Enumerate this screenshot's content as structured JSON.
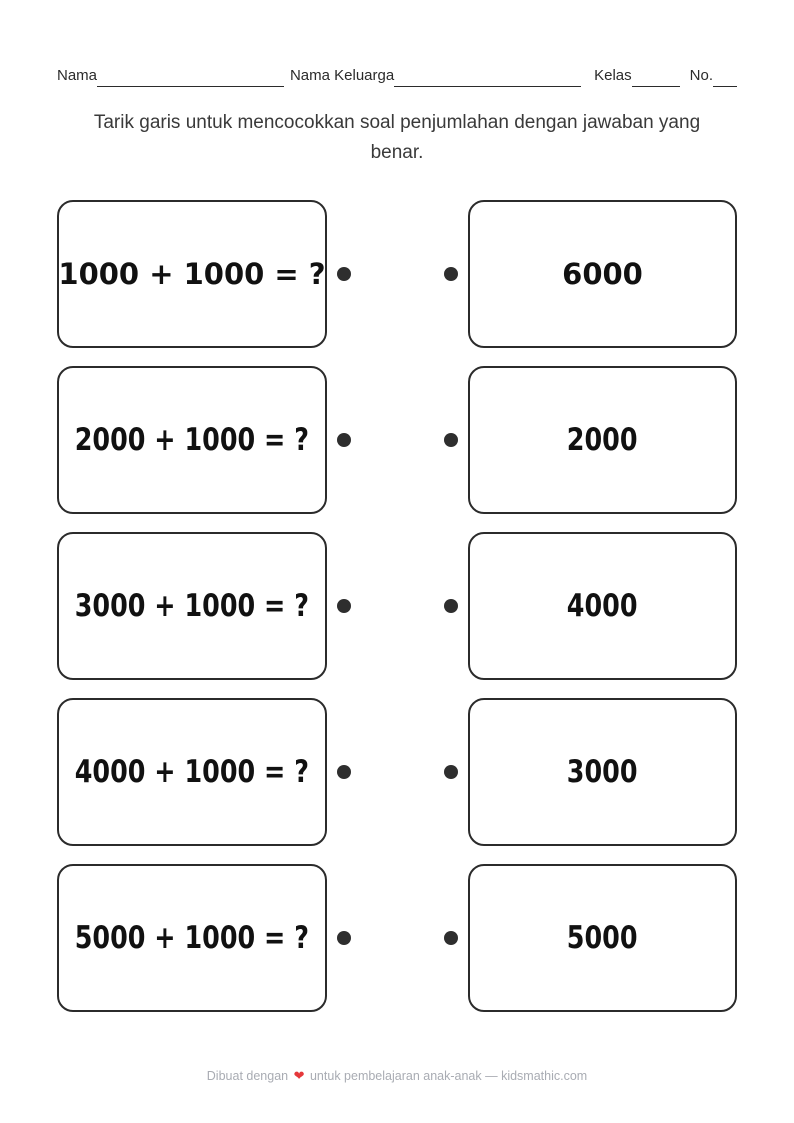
{
  "header": {
    "name_label": "Nama",
    "family_name_label": "Nama Keluarga",
    "class_label": "Kelas",
    "number_label": "No."
  },
  "instruction": "Tarik garis untuk mencocokkan soal penjumlahan dengan jawaban yang benar.",
  "matching": {
    "rows": [
      {
        "problem": "1000 + 1000 = ?",
        "answer": "6000"
      },
      {
        "problem": "2000 + 1000 = ?",
        "answer": "2000"
      },
      {
        "problem": "3000 + 1000 = ?",
        "answer": "4000"
      },
      {
        "problem": "4000 + 1000 = ?",
        "answer": "3000"
      },
      {
        "problem": "5000 + 1000 = ?",
        "answer": "5000"
      }
    ]
  },
  "footer": {
    "text_before_heart": "Dibuat dengan",
    "heart_icon": "❤",
    "text_after_heart": "untuk pembelajaran anak-anak — kidsmathic.com"
  },
  "colors": {
    "ink": "#2b2b2b",
    "number_black": "#111111",
    "heart_red": "#e5383b",
    "footer_gray": "#a9acb3"
  }
}
